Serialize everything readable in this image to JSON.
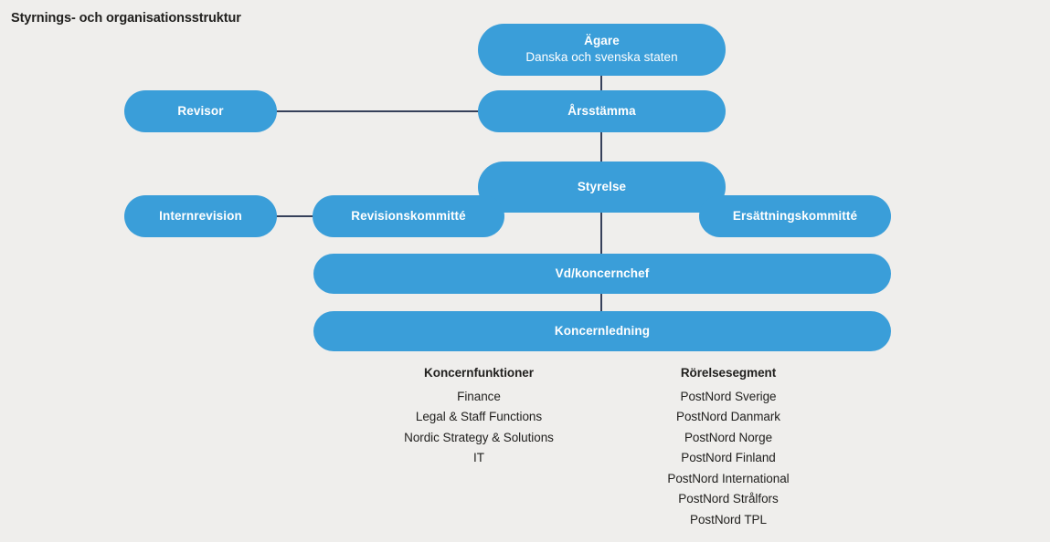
{
  "page": {
    "title": "Styrnings- och organisationsstruktur",
    "background_color": "#efeeec",
    "node_color": "#3a9ed9",
    "node_text_color": "#ffffff",
    "connector_color": "#36405a",
    "text_color": "#22211f"
  },
  "nodes": {
    "agare": {
      "title": "Ägare",
      "subtitle": "Danska och svenska staten"
    },
    "arsstamma": {
      "title": "Årsstämma"
    },
    "revisor": {
      "title": "Revisor"
    },
    "styrelse": {
      "title": "Styrelse"
    },
    "internrevision": {
      "title": "Internrevision"
    },
    "revisionskommitte": {
      "title": "Revisionskommitté"
    },
    "ersattningskommitte": {
      "title": "Ersättningskommitté"
    },
    "vd": {
      "title": "Vd/koncernchef"
    },
    "koncernledning": {
      "title": "Koncernledning"
    }
  },
  "columns": {
    "koncernfunktioner": {
      "heading": "Koncernfunktioner",
      "items": [
        "Finance",
        "Legal & Staff Functions",
        "Nordic Strategy & Solutions",
        "IT"
      ]
    },
    "rorelsesegment": {
      "heading": "Rörelsesegment",
      "items": [
        "PostNord Sverige",
        "PostNord Danmark",
        "PostNord Norge",
        "PostNord Finland",
        "PostNord International",
        "PostNord Strålfors",
        "PostNord TPL"
      ]
    }
  }
}
